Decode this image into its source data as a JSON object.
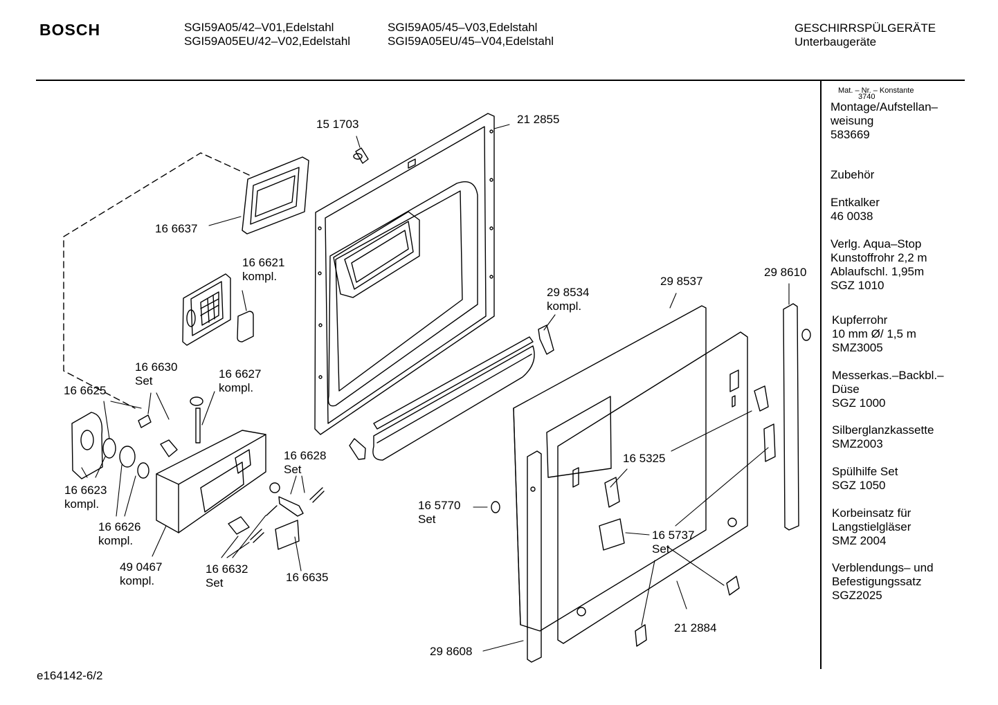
{
  "header": {
    "brand": "BOSCH",
    "models_col1": [
      "SGI59A05/42–V01,Edelstahl",
      "SGI59A05EU/42–V02,Edelstahl"
    ],
    "models_col2": [
      "SGI59A05/45–V03,Edelstahl",
      "SGI59A05EU/45–V04,Edelstahl"
    ],
    "category": "GESCHIRRSPÜLGERÄTE",
    "subcategory": "Unterbaugeräte"
  },
  "sidebar": {
    "matnr_label": "Mat. – Nr. – Konstante",
    "matnr_value": "3740",
    "items": [
      [
        "Montage/Aufstellan–",
        "weisung",
        "583669"
      ],
      [
        "Zubehör"
      ],
      [
        "Entkalker",
        "46 0038"
      ],
      [
        "Verlg. Aqua–Stop",
        "Kunstoffrohr 2,2 m",
        "Ablaufschl. 1,95m",
        "SGZ 1010"
      ],
      [
        "Kupferrohr",
        "10 mm Ø/ 1,5 m",
        "SMZ3005"
      ],
      [
        "Messerkas.–Backbl.–",
        "Düse",
        "SGZ 1000"
      ],
      [
        "Silberglanzkassette",
        "SMZ2003"
      ],
      [
        "Spülhilfe Set",
        "SGZ 1050"
      ],
      [
        "Korbeinsatz für",
        "Langstielgläser",
        "SMZ 2004"
      ],
      [
        "Verblendungs– und",
        "Befestigungssatz",
        "SGZ2025"
      ]
    ]
  },
  "parts": {
    "p151703": "15 1703",
    "p212855": "21 2855",
    "p166637": "16 6637",
    "p166621": "16 6621",
    "p166621_sub": "kompl.",
    "p298534": "29 8534",
    "p298534_sub": "kompl.",
    "p298537": "29 8537",
    "p298610": "29 8610",
    "p166630": "16 6630",
    "p166630_sub": "Set",
    "p166627": "16 6627",
    "p166627_sub": "kompl.",
    "p166625": "16 6625",
    "p166628": "16 6628",
    "p166628_sub": "Set",
    "p165325": "16 5325",
    "p166623": "16 6623",
    "p166623_sub": "kompl.",
    "p165770": "16 5770",
    "p165770_sub": "Set",
    "p166626": "16 6626",
    "p166626_sub": "kompl.",
    "p165737": "16 5737",
    "p165737_sub": "Set",
    "p490467": "49 0467",
    "p490467_sub": "kompl.",
    "p166632": "16 6632",
    "p166632_sub": "Set",
    "p166635": "16 6635",
    "p212884": "21 2884",
    "p298608": "29 8608"
  },
  "footer": {
    "code": "e164142-6/2"
  }
}
